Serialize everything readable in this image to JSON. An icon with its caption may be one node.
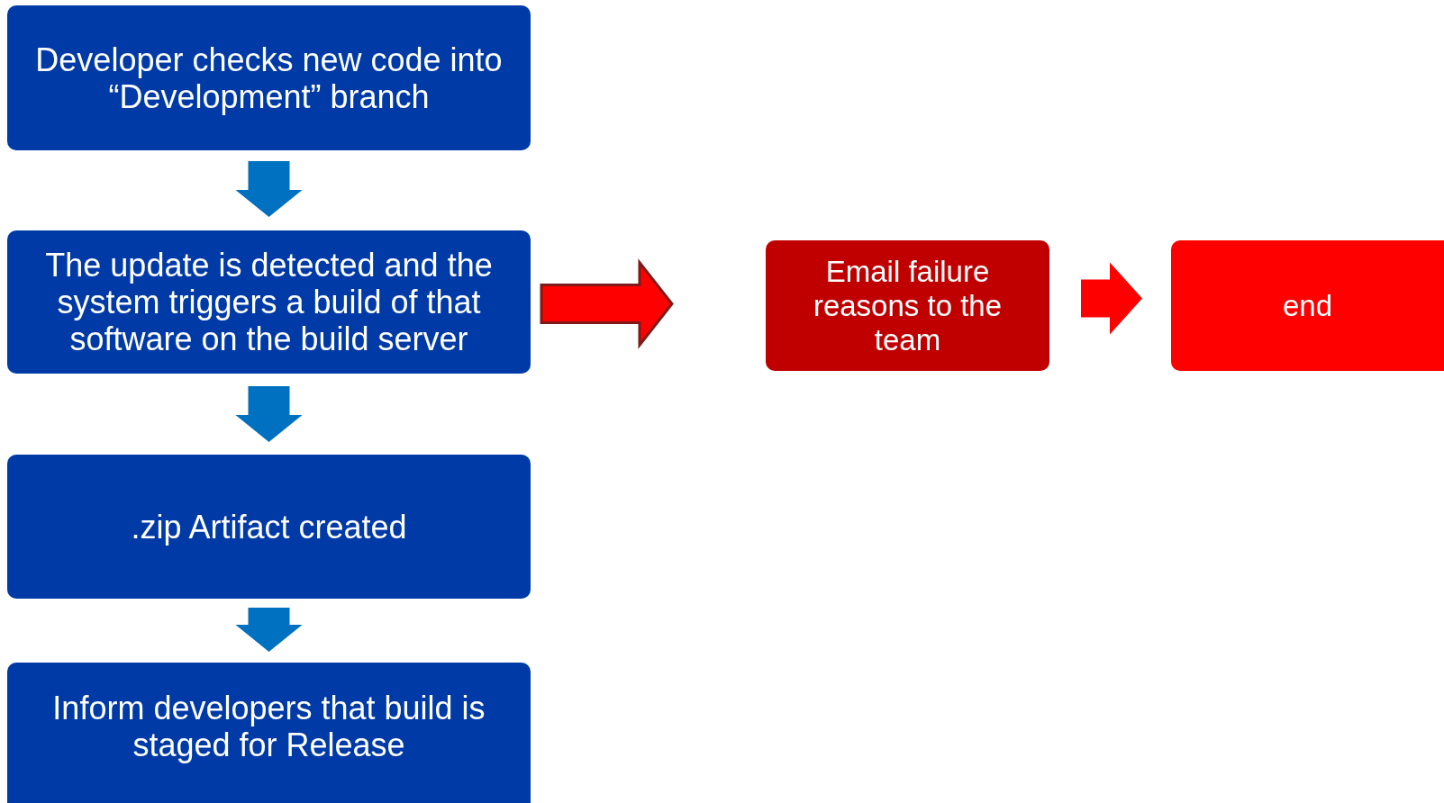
{
  "diagram": {
    "nodes": [
      {
        "text": [
          "Developer checks new code into “Development” branch"
        ]
      },
      {
        "text": [
          "The update is detected and the system triggers a build  of that software on the build server"
        ]
      },
      {
        "text": [
          ".zip Artifact created"
        ]
      },
      {
        "text": [
          "Inform developers that build is staged for Release"
        ]
      },
      {
        "text": [
          "Email failure reasons to the team"
        ]
      },
      {
        "text": [
          "end"
        ]
      }
    ],
    "edges": [
      {
        "from": 0,
        "to": 1,
        "arrow": "to"
      },
      {
        "from": 1,
        "to": 2,
        "arrow": "to"
      },
      {
        "from": 2,
        "to": 3,
        "arrow": "to"
      },
      {
        "from": 1,
        "to": 4,
        "arrow": "to",
        "color": "#ff0000"
      },
      {
        "from": 4,
        "to": 5,
        "arrow": "to",
        "color": "#ff0000"
      }
    ]
  }
}
